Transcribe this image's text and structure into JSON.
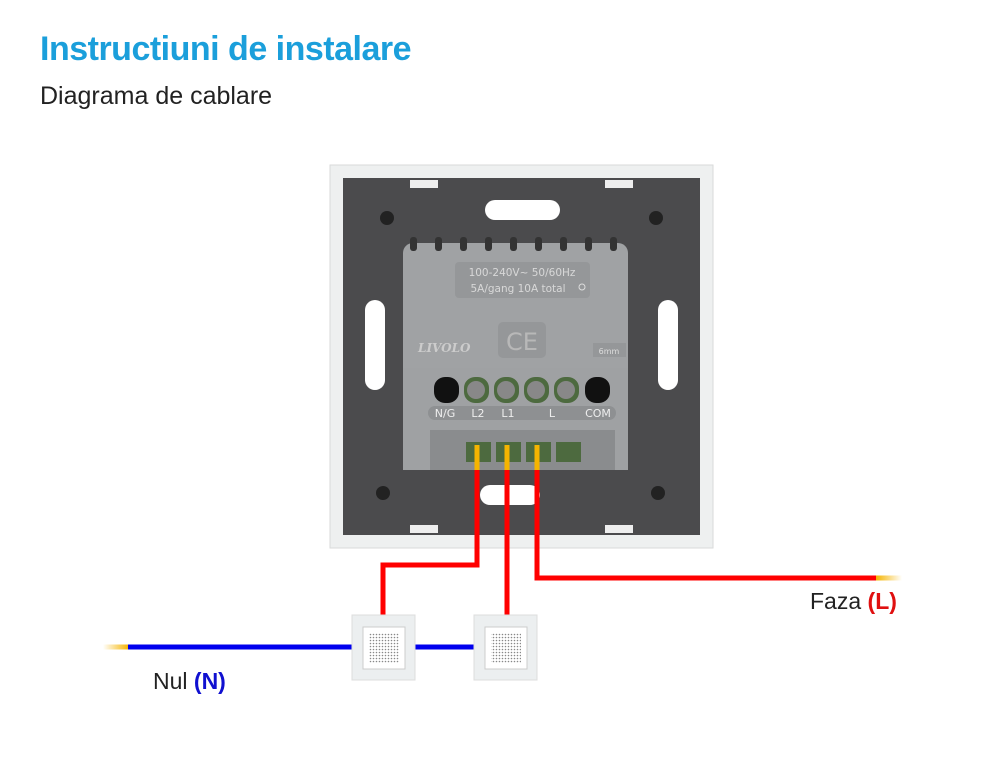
{
  "header": {
    "title": "Instructiuni de instalare",
    "subtitle": "Diagrama de cablare"
  },
  "device": {
    "rating_line1": "100-240V~  50/60Hz",
    "rating_line2": "5A/gang 10A total",
    "ce_mark": "CE",
    "brand": "LIVOLO",
    "strip_length": "6mm",
    "terminals": [
      "N/G",
      "L2",
      "L1",
      "L",
      "COM"
    ]
  },
  "labels": {
    "phase_text": "Faza",
    "phase_code": "(L)",
    "neutral_text": "Nul",
    "neutral_code": "(N)"
  },
  "colors": {
    "title": "#1b9fdb",
    "phase_wire": "#ff0000",
    "neutral_wire": "#0000ee",
    "wire_tip": "#f5b400",
    "phase_label": "#e01010",
    "neutral_label": "#1010d0"
  }
}
